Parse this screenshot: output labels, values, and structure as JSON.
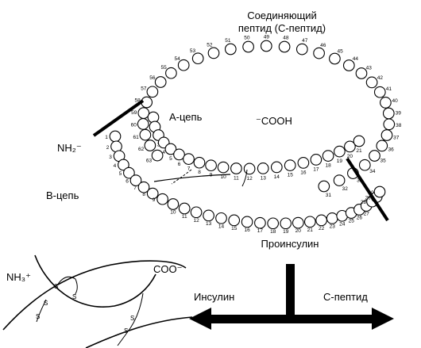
{
  "labels": {
    "connecting_peptide_line1": "Соединяющий",
    "connecting_peptide_line2": "пептид (С-пептид)",
    "a_chain": "А-цепь",
    "b_chain": "В-цепь",
    "cooh": "⁻COOH",
    "nh2": "NH₂⁻",
    "proinsulin": "Проинсулин",
    "insulin": "Инсулин",
    "c_peptide": "С-пептид",
    "nh3": "NH₃⁺",
    "coo": "COO⁻",
    "disulfide_s": "S"
  },
  "c_peptide_residue_numbers": [
    "31",
    "32",
    "33",
    "34",
    "35",
    "36",
    "37",
    "38",
    "39",
    "40",
    "41",
    "42",
    "43",
    "44",
    "45",
    "46",
    "47",
    "48",
    "49",
    "50",
    "51",
    "52",
    "53",
    "54",
    "55",
    "56",
    "57",
    "58",
    "59",
    "60",
    "61",
    "62",
    "63"
  ],
  "a_chain_residue_numbers": [
    "1",
    "2",
    "3",
    "4",
    "5",
    "6",
    "7",
    "8",
    "9",
    "10",
    "11",
    "12",
    "13",
    "14",
    "15",
    "16",
    "17",
    "18",
    "19",
    "20",
    "21"
  ],
  "b_chain_residue_numbers": [
    "1",
    "2",
    "3",
    "4",
    "5",
    "6",
    "7",
    "8",
    "9",
    "10",
    "11",
    "12",
    "13",
    "14",
    "15",
    "16",
    "17",
    "18",
    "19",
    "20",
    "21",
    "22",
    "23",
    "24",
    "25",
    "26",
    "27",
    "28",
    "29",
    "30"
  ]
}
